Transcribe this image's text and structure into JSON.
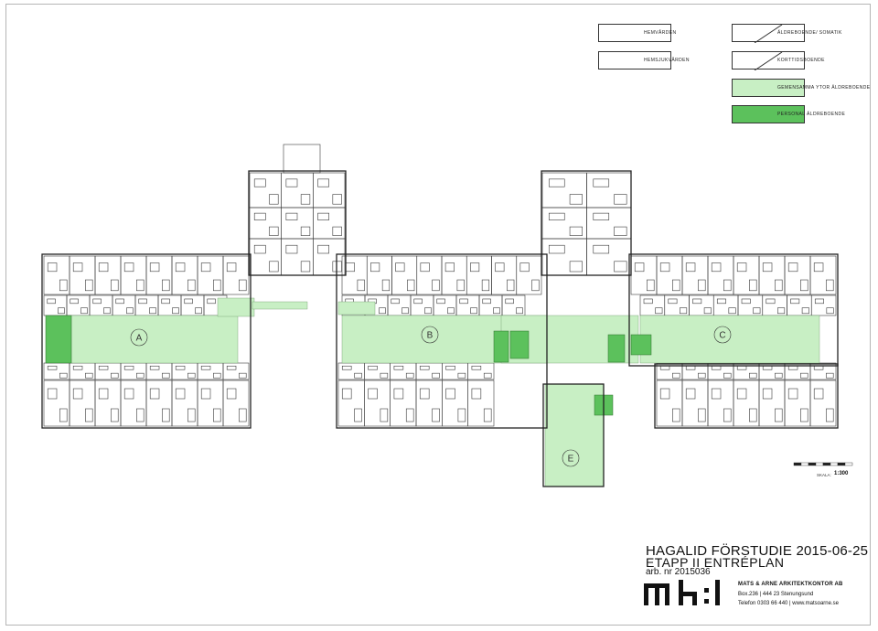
{
  "legend": [
    {
      "label": "HEMVÅRDEN",
      "swatch": "#ffffff",
      "slash": false
    },
    {
      "label": "HEMSJUKVÅRDEN",
      "swatch": "#ffffff",
      "slash": false
    },
    {
      "label": "ÄLDREBOENDE/ SOMATIK",
      "swatch": "#ffffff",
      "slash": true
    },
    {
      "label": "KORTTIDSBOENDE",
      "swatch": "#ffffff",
      "slash": true
    },
    {
      "label": "GEMENSAMMA YTOR ÄLDREBOENDE",
      "swatch": "#c8efc4",
      "slash": false
    },
    {
      "label": "PERSONAL ÄLDREBOENDE",
      "swatch": "#5cc15c",
      "slash": false
    }
  ],
  "colors": {
    "common": "#c8efc4",
    "staff": "#5cc15c",
    "line": "#3a3a3a"
  },
  "wing_labels": [
    "A",
    "B",
    "C",
    "E"
  ],
  "scale": {
    "label": "SKALA:",
    "value": "1:300"
  },
  "title": {
    "line1": "HAGALID FÖRSTUDIE 2015-06-25",
    "line2": "ETAPP II   ENTRÉPLAN",
    "line3": "arb. nr 2015036"
  },
  "firm": {
    "logo": "m:a",
    "name": "MATS & ARNE ARKITEKTKONTOR AB",
    "address": "Box.236 | 444 23 Stenungsund",
    "phone": "Telefon 0303 66 440 | www.matsoarne.se"
  }
}
